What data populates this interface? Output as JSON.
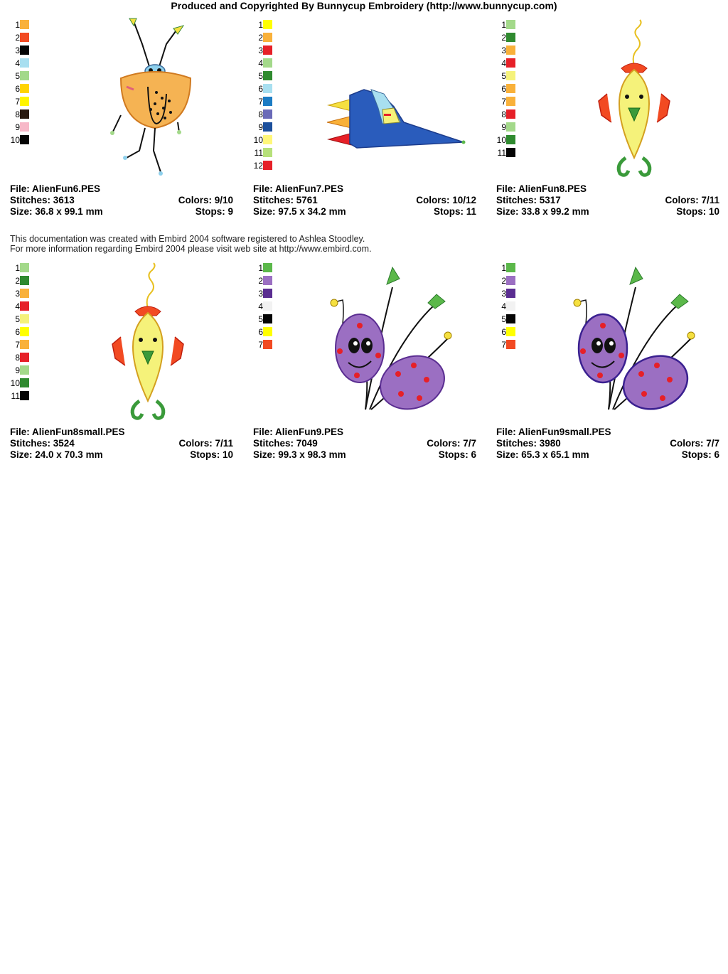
{
  "header": {
    "title": "Produced and Copyrighted By Bunnycup Embroidery (http://www.bunnycup.com)"
  },
  "doc_note": {
    "line1": "This documentation was created with Embird 2004 software registered to Ashlea Stoodley.",
    "line2": "For more information regarding Embird 2004 please visit web site at http://www.embird.com."
  },
  "designs": [
    {
      "file": "File: AlienFun6.PES",
      "stitches": "Stitches: 3613",
      "colors": "Colors: 9/10",
      "size": "Size: 36.8 x 99.1 mm",
      "stops": "Stops: 9",
      "image_icon": "tall-alien-icon",
      "swatches": [
        {
          "num": "1",
          "color": "#f9b13a"
        },
        {
          "num": "2",
          "color": "#f24a22"
        },
        {
          "num": "3",
          "color": "#050505"
        },
        {
          "num": "4",
          "color": "#a8dff0"
        },
        {
          "num": "5",
          "color": "#a3d98a"
        },
        {
          "num": "6",
          "color": "#ffd400"
        },
        {
          "num": "7",
          "color": "#fff500"
        },
        {
          "num": "8",
          "color": "#2a1a10"
        },
        {
          "num": "9",
          "color": "#f7b8c8"
        },
        {
          "num": "10",
          "color": "#050505"
        }
      ]
    },
    {
      "file": "File: AlienFun7.PES",
      "stitches": "Stitches: 5761",
      "colors": "Colors: 10/12",
      "size": "Size: 97.5 x 34.2 mm",
      "stops": "Stops: 11",
      "image_icon": "spaceship-icon",
      "swatches": [
        {
          "num": "1",
          "color": "#ffff00"
        },
        {
          "num": "2",
          "color": "#f9b13a"
        },
        {
          "num": "3",
          "color": "#e62028"
        },
        {
          "num": "4",
          "color": "#a3d98a"
        },
        {
          "num": "5",
          "color": "#2f8a2f"
        },
        {
          "num": "6",
          "color": "#a8dff0"
        },
        {
          "num": "7",
          "color": "#1c7cc4"
        },
        {
          "num": "8",
          "color": "#6a6ab8"
        },
        {
          "num": "9",
          "color": "#1c4f9c"
        },
        {
          "num": "10",
          "color": "#fff77a"
        },
        {
          "num": "11",
          "color": "#b6e07a"
        },
        {
          "num": "12",
          "color": "#e62028"
        }
      ]
    },
    {
      "file": "File: AlienFun8.PES",
      "stitches": "Stitches: 5317",
      "colors": "Colors: 7/11",
      "size": "Size: 33.8 x 99.2 mm",
      "stops": "Stops: 10",
      "image_icon": "fish-alien-icon",
      "swatches": [
        {
          "num": "1",
          "color": "#a3d98a"
        },
        {
          "num": "2",
          "color": "#2f8a2f"
        },
        {
          "num": "3",
          "color": "#f9b13a"
        },
        {
          "num": "4",
          "color": "#e62028"
        },
        {
          "num": "5",
          "color": "#f5f27a"
        },
        {
          "num": "6",
          "color": "#f9b13a"
        },
        {
          "num": "7",
          "color": "#f9b13a"
        },
        {
          "num": "8",
          "color": "#e62028"
        },
        {
          "num": "9",
          "color": "#a3d98a"
        },
        {
          "num": "10",
          "color": "#2f8a2f"
        },
        {
          "num": "11",
          "color": "#050505"
        }
      ]
    },
    {
      "file": "File: AlienFun8small.PES",
      "stitches": "Stitches: 3524",
      "colors": "Colors: 7/11",
      "size": "Size: 24.0 x 70.3 mm",
      "stops": "Stops: 10",
      "image_icon": "fish-alien-small-icon",
      "swatches": [
        {
          "num": "1",
          "color": "#a3d98a"
        },
        {
          "num": "2",
          "color": "#2f8a2f"
        },
        {
          "num": "3",
          "color": "#f9b13a"
        },
        {
          "num": "4",
          "color": "#e62028"
        },
        {
          "num": "5",
          "color": "#f5f27a"
        },
        {
          "num": "6",
          "color": "#ffff00"
        },
        {
          "num": "7",
          "color": "#f9b13a"
        },
        {
          "num": "8",
          "color": "#e62028"
        },
        {
          "num": "9",
          "color": "#a3d98a"
        },
        {
          "num": "10",
          "color": "#2f8a2f"
        },
        {
          "num": "11",
          "color": "#050505"
        }
      ]
    },
    {
      "file": "File: AlienFun9.PES",
      "stitches": "Stitches: 7049",
      "colors": "Colors: 7/7",
      "size": "Size: 99.3 x 98.3 mm",
      "stops": "Stops: 6",
      "image_icon": "butterfly-alien-icon",
      "swatches": [
        {
          "num": "1",
          "color": "#5bb84a"
        },
        {
          "num": "2",
          "color": "#9b6fc2"
        },
        {
          "num": "3",
          "color": "#5a2d91"
        },
        {
          "num": "4",
          "color": "#f2f2f2"
        },
        {
          "num": "5",
          "color": "#050505"
        },
        {
          "num": "6",
          "color": "#ffff00"
        },
        {
          "num": "7",
          "color": "#f24a22"
        }
      ]
    },
    {
      "file": "File: AlienFun9small.PES",
      "stitches": "Stitches: 3980",
      "colors": "Colors: 7/7",
      "size": "Size: 65.3 x 65.1 mm",
      "stops": "Stops: 6",
      "image_icon": "butterfly-alien-small-icon",
      "swatches": [
        {
          "num": "1",
          "color": "#5bb84a"
        },
        {
          "num": "2",
          "color": "#9b6fc2"
        },
        {
          "num": "3",
          "color": "#5a2d91"
        },
        {
          "num": "4",
          "color": "#f2f2f2"
        },
        {
          "num": "5",
          "color": "#050505"
        },
        {
          "num": "6",
          "color": "#ffff00"
        },
        {
          "num": "7",
          "color": "#f24a22"
        }
      ]
    }
  ]
}
